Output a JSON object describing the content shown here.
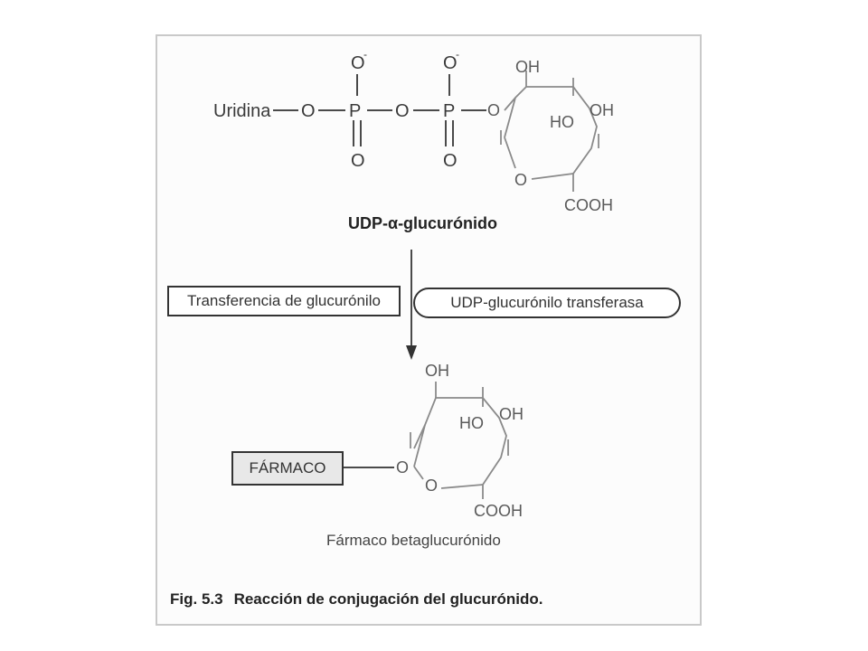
{
  "udp_structure": {
    "substituent": "Uridina",
    "oxygen": "O",
    "phosphorus": "P",
    "charge": "-",
    "hydroxyl": "OH",
    "hydroxyl_left": "HO",
    "carboxyl": "COOH"
  },
  "udp_title": "UDP-α-glucurónido",
  "reaction": {
    "step_label": "Transferencia de glucurónilo",
    "enzyme_label": "UDP-glucurónilo transferasa"
  },
  "product": {
    "drug_label": "FÁRMACO",
    "name": "Fármaco betaglucurónido"
  },
  "caption": {
    "number": "Fig. 5.3",
    "text": "Reacción de conjugación del glucurónido."
  }
}
